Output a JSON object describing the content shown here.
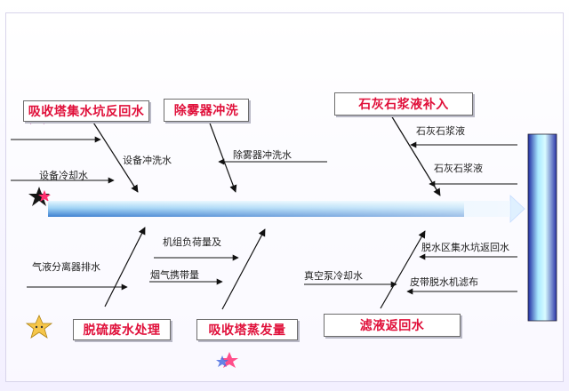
{
  "diagram": {
    "top_categories": [
      {
        "label": "吸收塔集水坑反回水"
      },
      {
        "label": "除雾器冲洗"
      },
      {
        "label": "石灰石浆液补入"
      }
    ],
    "bottom_categories": [
      {
        "label": "脱硫废水处理"
      },
      {
        "label": "吸收塔蒸发量"
      },
      {
        "label": "滤液返回水"
      }
    ],
    "causes": {
      "equipment_flush_water": "设备冲洗水",
      "equipment_cooling_water": "设备冷却水",
      "demister_flush_water": "除雾器冲洗水",
      "limestone_slurry_1": "石灰石浆液",
      "limestone_slurry_2": "石灰石浆液",
      "unit_load": "机组负荷量及",
      "flue_gas_carryover": "烟气携带量",
      "separator_drain": "气液分离器排水",
      "vacuum_pump_cooling": "真空泵冷却水",
      "dewatering_pit_return": "脱水区集水坑返回水",
      "belt_filter_cloth": "皮带脱水机滤布"
    },
    "colors": {
      "category_text": "#e0103a",
      "spine_light": "#cfefff",
      "spine_dark": "#4f8fd6",
      "tank_dark": "#2a2f9a",
      "tank_light": "#c8f4ff",
      "line": "#111111"
    }
  }
}
